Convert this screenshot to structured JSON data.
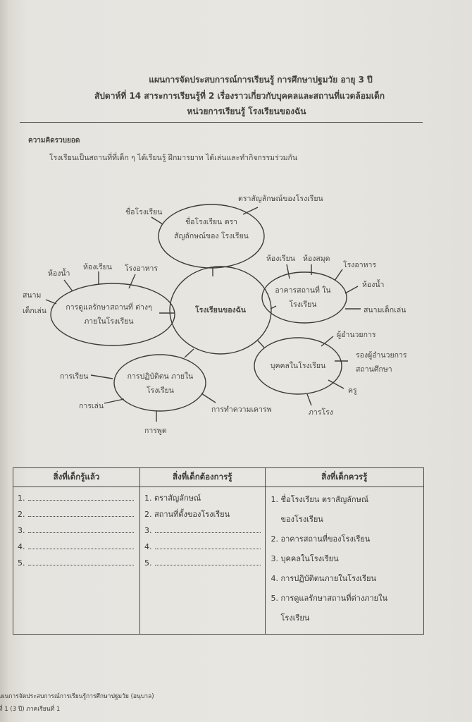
{
  "header": {
    "line1": "แผนการจัดประสบการณ์การเรียนรู้ การศึกษาปฐมวัย อายุ 3 ปี",
    "line2": "สัปดาห์ที่ 14   สาระการเรียนรู้ที่ 2   เรื่องราวเกี่ยวกับบุคคลและสถานที่แวดล้อมเด็ก",
    "line3": "หน่วยการเรียนรู้   โรงเรียนของฉัน"
  },
  "concept": {
    "heading": "ความคิดรวบยอด",
    "text": "โรงเรียนเป็นสถานที่ที่เด็ก ๆ ได้เรียนรู้ ฝึกมารยาท ได้เล่นและทำกิจกรรมร่วมกัน"
  },
  "diagram": {
    "center": "โรงเรียนของฉัน",
    "top": {
      "label": "ชื่อโรงเรียน ตรา สัญลักษณ์ของ โรงเรียน",
      "items": [
        "ชื่อโรงเรียน",
        "ตราสัญลักษณ์ของโรงเรียน"
      ]
    },
    "left": {
      "label": "การดูแลรักษาสถานที่ ต่างๆ ภายในโรงเรียน",
      "items": [
        "สนาม เด็กเล่น",
        "ห้องน้ำ",
        "ห้องเรียน",
        "โรงอาหาร"
      ]
    },
    "right": {
      "label": "อาคารสถานที่ ในโรงเรียน",
      "items": [
        "ห้องเรียน",
        "ห้องสมุด",
        "โรงอาหาร",
        "ห้องน้ำ",
        "สนามเด็กเล่น"
      ]
    },
    "bottom_right": {
      "label": "บุคคลในโรงเรียน",
      "items": [
        "ผู้อำนวยการ",
        "รองผู้อำนวยการ สถานศึกษา",
        "ครู",
        "ภารโรง"
      ]
    },
    "bottom_left": {
      "label": "การปฏิบัติตน ภายในโรงเรียน",
      "items": [
        "การเรียน",
        "การเล่น",
        "การพูด",
        "การทำความเคารพ"
      ]
    }
  },
  "table": {
    "headers": [
      "สิ่งที่เด็กรู้แล้ว",
      "สิ่งที่เด็กต้องการรู้",
      "สิ่งที่เด็กควรรู้"
    ],
    "col1": [
      "1.",
      "2.",
      "3.",
      "4.",
      "5."
    ],
    "col2": [
      "1. ตราสัญลักษณ์",
      "2. สถานที่ตั้งของโรงเรียน",
      "3.",
      "4.",
      "5."
    ],
    "col3": [
      "1. ชื่อโรงเรียน ตราสัญลักษณ์",
      "ของโรงเรียน",
      "2. อาคารสถานที่ของโรงเรียน",
      "3. บุคคลในโรงเรียน",
      "4. การปฏิบัติตนภายในโรงเรียน",
      "5. การดูแลรักษาสถานที่ต่างภายใน",
      "โรงเรียน"
    ]
  },
  "footer": {
    "line1": "แผนการจัดประสบการณ์การเรียนรู้การศึกษาปฐมวัย (อนุบาล)",
    "line2": "ที่ 1 (3 ปี) ภาคเรียนที่ 1"
  }
}
